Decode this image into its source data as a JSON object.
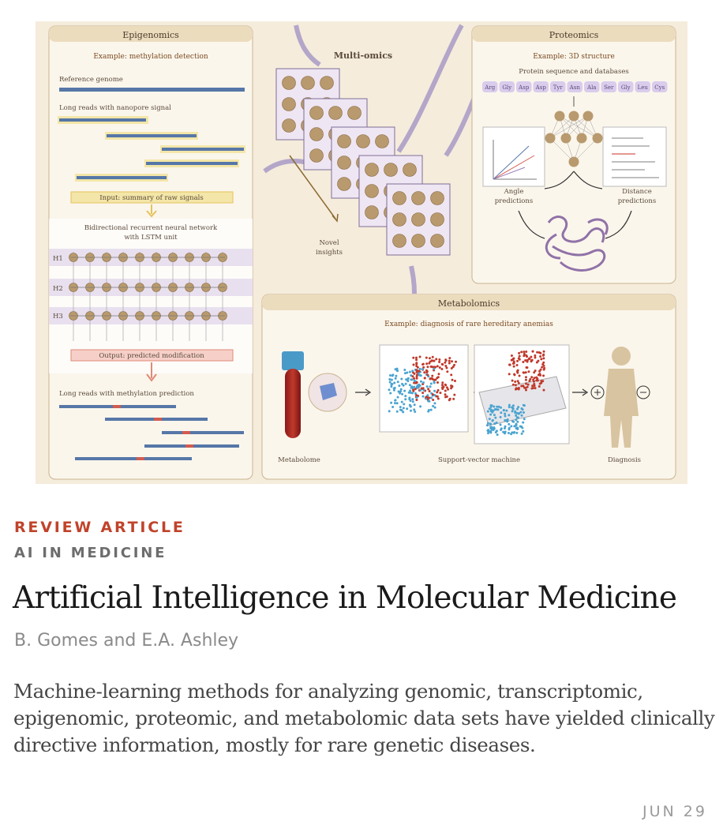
{
  "figure": {
    "epigenomics": {
      "title": "Epigenomics",
      "example": "Example: methylation detection",
      "reference_genome": "Reference genome",
      "long_reads": "Long reads with nanopore signal",
      "input": "Input: summary of raw signals",
      "network_line1": "Bidirectional recurrent neural network",
      "network_line2": "with LSTM unit",
      "h1": "H1",
      "h2": "H2",
      "h3": "H3",
      "output": "Output: predicted modification",
      "methylation": "Long reads with methylation prediction"
    },
    "multiomics": {
      "title": "Multi-omics",
      "novel_line1": "Novel",
      "novel_line2": "insights"
    },
    "proteomics": {
      "title": "Proteomics",
      "example": "Example: 3D structure",
      "sequence": "Protein sequence and databases",
      "amino_acids": [
        "Arg",
        "Gly",
        "Asp",
        "Asp",
        "Tyr",
        "Asn",
        "Ala",
        "Ser",
        "Gly",
        "Leu",
        "Cys"
      ],
      "angle_line1": "Angle",
      "angle_line2": "predictions",
      "distance_line1": "Distance",
      "distance_line2": "predictions"
    },
    "metabolomics": {
      "title": "Metabolomics",
      "example": "Example: diagnosis of rare hereditary anemias",
      "metabolome": "Metabolome",
      "svm": "Support-vector machine",
      "diagnosis": "Diagnosis"
    }
  },
  "article": {
    "category": "REVIEW ARTICLE",
    "topic": "AI IN MEDICINE",
    "title": "Artificial Intelligence in Molecular Medicine",
    "authors": "B. Gomes and E.A. Ashley",
    "summary": "Machine-learning methods for analyzing genomic, transcriptomic, epigenomic, proteomic, and metabolomic data sets have yielded clinically directive information, mostly for rare genetic diseases.",
    "date": "JUN 29"
  },
  "colors": {
    "category": "#c0432a",
    "topic": "#6d6d6d",
    "panel_bg": "#fbf6ec",
    "panel_header": "#ecdcbe",
    "node": "#b89a6e"
  }
}
